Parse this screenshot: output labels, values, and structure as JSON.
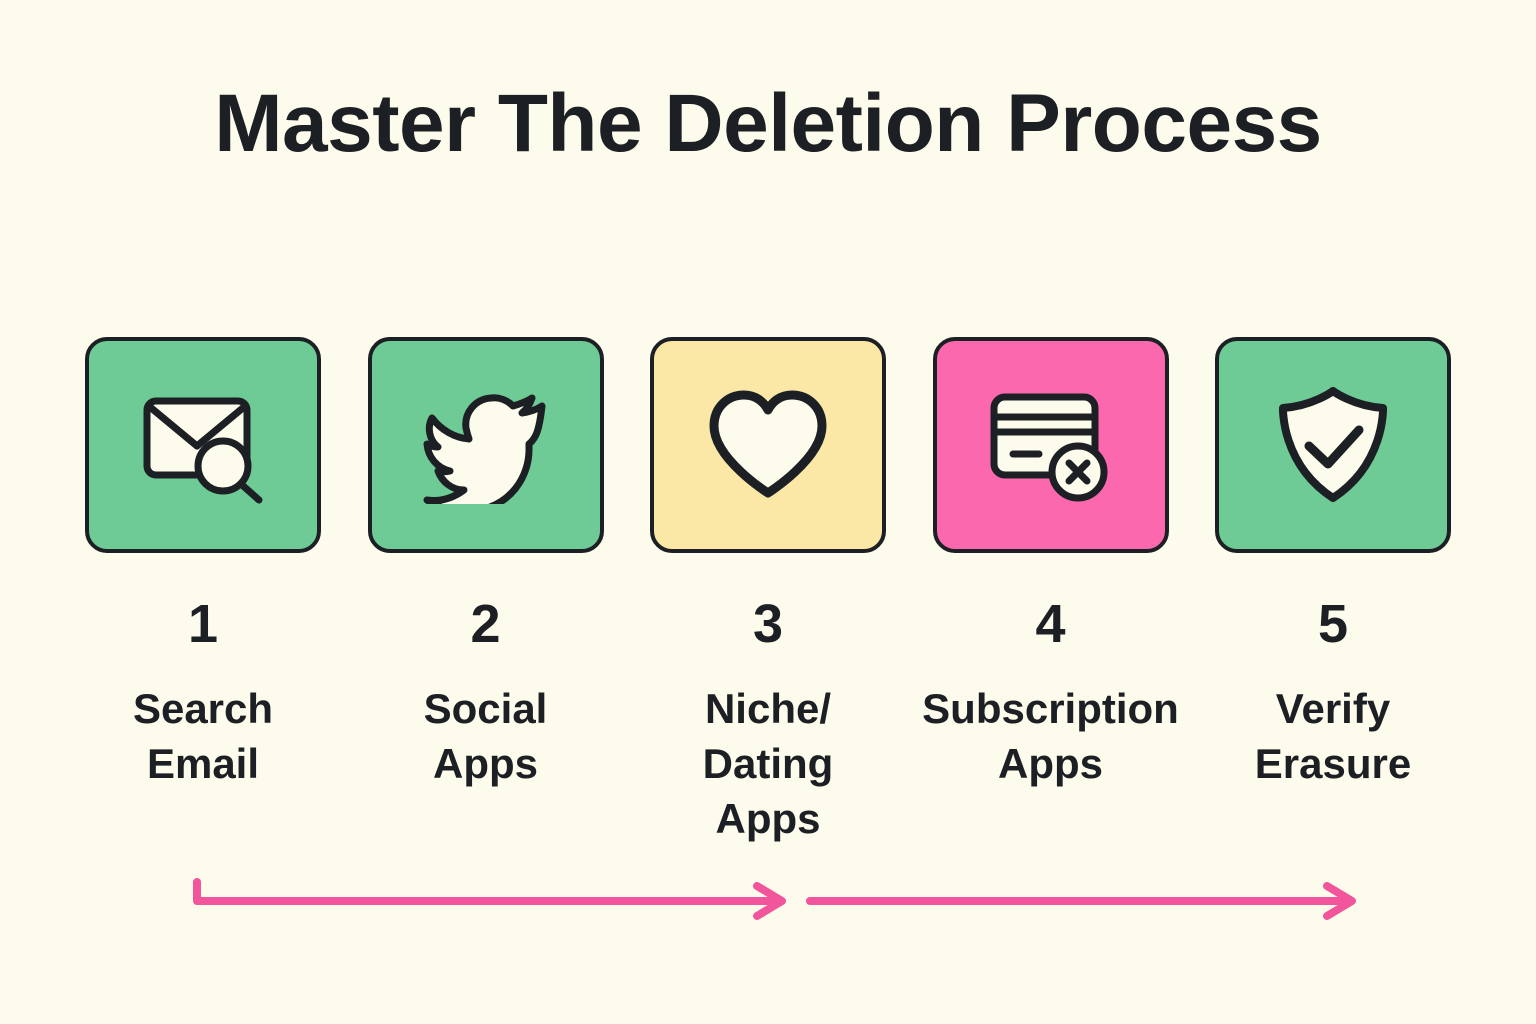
{
  "header": {
    "title": "Master The Deletion Process"
  },
  "colors": {
    "background": "#FDFBEC",
    "ink": "#1C2024",
    "green": "#6ECB96",
    "yellow": "#FBE8A6",
    "pink": "#FC68AE",
    "icon_fill": "#FDFBEC",
    "arrow": "#F2559B"
  },
  "steps": [
    {
      "number": "1",
      "label": "Search\nEmail",
      "icon": "envelope-search-icon",
      "tile_color": "#6ECB96"
    },
    {
      "number": "2",
      "label": "Social\nApps",
      "icon": "twitter-bird-icon",
      "tile_color": "#6ECB96"
    },
    {
      "number": "3",
      "label": "Niche/\nDating Apps",
      "icon": "heart-icon",
      "tile_color": "#FBE8A6"
    },
    {
      "number": "4",
      "label": "Subscription\nApps",
      "icon": "credit-card-cancel-icon",
      "tile_color": "#FC68AE"
    },
    {
      "number": "5",
      "label": "Verify\nErasure",
      "icon": "shield-check-icon",
      "tile_color": "#6ECB96"
    }
  ],
  "flow": {
    "arrows": [
      {
        "name": "arrow-steps-1-to-3",
        "direction": "right"
      },
      {
        "name": "arrow-steps-3-to-5",
        "direction": "right"
      }
    ]
  }
}
